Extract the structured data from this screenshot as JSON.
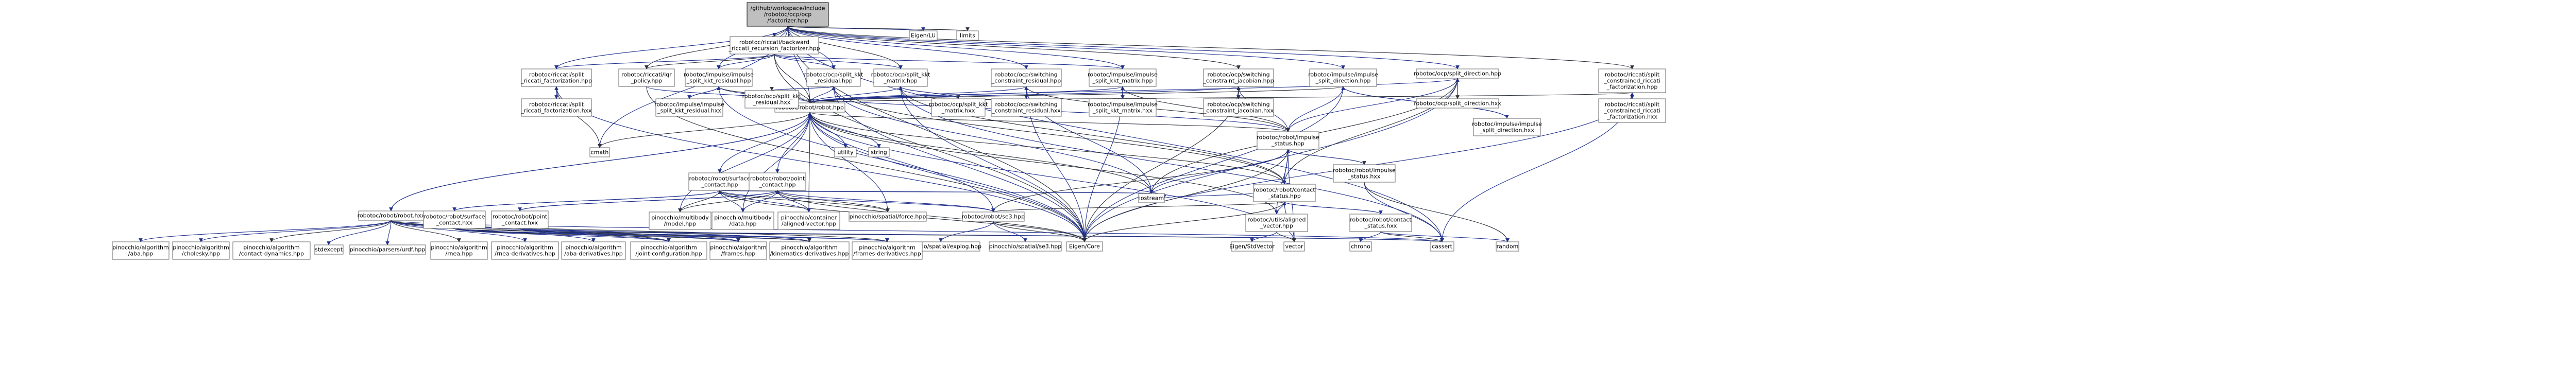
{
  "nodes": [
    {
      "id": "root",
      "lines": [
        "/github/workspace/include",
        "/robotoc/ocp/ocp",
        "/factorizer.hpp"
      ],
      "root": true
    },
    {
      "id": "eigen_lu",
      "lines": [
        "Eigen/LU"
      ]
    },
    {
      "id": "limits",
      "lines": [
        "limits"
      ]
    },
    {
      "id": "backward_riccati",
      "lines": [
        "robotoc/riccati/backward",
        "_riccati_recursion_factorizer.hpp"
      ]
    },
    {
      "id": "split_riccati_factorization_hpp",
      "lines": [
        "robotoc/riccati/split",
        "_riccati_factorization.hpp"
      ]
    },
    {
      "id": "lqr_policy",
      "lines": [
        "robotoc/riccati/lqr",
        "_policy.hpp"
      ]
    },
    {
      "id": "impulse_split_kkt_residual_hpp",
      "lines": [
        "robotoc/impulse/impulse",
        "_split_kkt_residual.hpp"
      ]
    },
    {
      "id": "ocp_split_kkt_residual_hpp",
      "lines": [
        "robotoc/ocp/split_kkt",
        "_residual.hpp"
      ]
    },
    {
      "id": "ocp_split_kkt_matrix_hpp",
      "lines": [
        "robotoc/ocp/split_kkt",
        "_matrix.hpp"
      ]
    },
    {
      "id": "switching_constraint_residual_hpp",
      "lines": [
        "robotoc/ocp/switching",
        "_constraint_residual.hpp"
      ]
    },
    {
      "id": "impulse_split_kkt_matrix_hpp",
      "lines": [
        "robotoc/impulse/impulse",
        "_split_kkt_matrix.hpp"
      ]
    },
    {
      "id": "switching_constraint_jacobian_hpp",
      "lines": [
        "robotoc/ocp/switching",
        "_constraint_jacobian.hpp"
      ]
    },
    {
      "id": "impulse_split_direction_hpp",
      "lines": [
        "robotoc/impulse/impulse",
        "_split_direction.hpp"
      ]
    },
    {
      "id": "ocp_split_direction_hpp",
      "lines": [
        "robotoc/ocp/split_direction.hpp"
      ]
    },
    {
      "id": "split_constrained_riccati_hpp",
      "lines": [
        "robotoc/riccati/split",
        "_constrained_riccati",
        "_factorization.hpp"
      ]
    },
    {
      "id": "split_riccati_factorization_hxx",
      "lines": [
        "robotoc/riccati/split",
        "_riccati_factorization.hxx"
      ]
    },
    {
      "id": "robot_hpp",
      "lines": [
        "robotoc/robot/robot.hpp"
      ]
    },
    {
      "id": "impulse_split_kkt_residual_hxx",
      "lines": [
        "robotoc/impulse/impulse",
        "_split_kkt_residual.hxx"
      ]
    },
    {
      "id": "ocp_split_kkt_residual_hxx",
      "lines": [
        "robotoc/ocp/split_kkt",
        "_residual.hxx"
      ]
    },
    {
      "id": "ocp_split_kkt_matrix_hxx",
      "lines": [
        "robotoc/ocp/split_kkt",
        "_matrix.hxx"
      ]
    },
    {
      "id": "switching_constraint_residual_hxx",
      "lines": [
        "robotoc/ocp/switching",
        "_constraint_residual.hxx"
      ]
    },
    {
      "id": "impulse_split_kkt_matrix_hxx",
      "lines": [
        "robotoc/impulse/impulse",
        "_split_kkt_matrix.hxx"
      ]
    },
    {
      "id": "switching_constraint_jacobian_hxx",
      "lines": [
        "robotoc/ocp/switching",
        "_constraint_jacobian.hxx"
      ]
    },
    {
      "id": "ocp_split_direction_hxx",
      "lines": [
        "robotoc/ocp/split_direction.hxx"
      ]
    },
    {
      "id": "split_constrained_riccati_hxx",
      "lines": [
        "robotoc/riccati/split",
        "_constrained_riccati",
        "_factorization.hxx"
      ]
    },
    {
      "id": "impulse_split_direction_hxx",
      "lines": [
        "robotoc/impulse/impulse",
        "_split_direction.hxx"
      ]
    },
    {
      "id": "cmath",
      "lines": [
        "cmath"
      ]
    },
    {
      "id": "utility",
      "lines": [
        "utility"
      ]
    },
    {
      "id": "string",
      "lines": [
        "string"
      ]
    },
    {
      "id": "impulse_status_hpp",
      "lines": [
        "robotoc/robot/impulse",
        "_status.hpp"
      ]
    },
    {
      "id": "impulse_status_hxx",
      "lines": [
        "robotoc/robot/impulse",
        "_status.hxx"
      ]
    },
    {
      "id": "surface_contact_hpp",
      "lines": [
        "robotoc/robot/surface",
        "_contact.hpp"
      ]
    },
    {
      "id": "point_contact_hpp",
      "lines": [
        "robotoc/robot/point",
        "_contact.hpp"
      ]
    },
    {
      "id": "contact_status_hpp",
      "lines": [
        "robotoc/robot/contact",
        "_status.hpp"
      ]
    },
    {
      "id": "iostream",
      "lines": [
        "iostream"
      ]
    },
    {
      "id": "aligned_vector_hpp",
      "lines": [
        "robotoc/utils/aligned",
        "_vector.hpp"
      ]
    },
    {
      "id": "contact_status_hxx",
      "lines": [
        "robotoc/robot/contact",
        "_status.hxx"
      ]
    },
    {
      "id": "robot_hxx",
      "lines": [
        "robotoc/robot/robot.hxx"
      ]
    },
    {
      "id": "surface_contact_hxx",
      "lines": [
        "robotoc/robot/surface",
        "_contact.hxx"
      ]
    },
    {
      "id": "point_contact_hxx",
      "lines": [
        "robotoc/robot/point",
        "_contact.hxx"
      ]
    },
    {
      "id": "pin_multibody_model",
      "lines": [
        "pinocchio/multibody",
        "/model.hpp"
      ]
    },
    {
      "id": "pin_multibody_data",
      "lines": [
        "pinocchio/multibody",
        "/data.hpp"
      ]
    },
    {
      "id": "pin_container_aligned",
      "lines": [
        "pinocchio/container",
        "/aligned-vector.hpp"
      ]
    },
    {
      "id": "pin_spatial_force",
      "lines": [
        "pinocchio/spatial/force.hpp"
      ]
    },
    {
      "id": "se3_hpp",
      "lines": [
        "robotoc/robot/se3.hpp"
      ]
    },
    {
      "id": "eigen_stdvector",
      "lines": [
        "Eigen/StdVector"
      ]
    },
    {
      "id": "vector",
      "lines": [
        "vector"
      ]
    },
    {
      "id": "chrono",
      "lines": [
        "chrono"
      ]
    },
    {
      "id": "cassert",
      "lines": [
        "cassert"
      ]
    },
    {
      "id": "random",
      "lines": [
        "random"
      ]
    },
    {
      "id": "eigen_core",
      "lines": [
        "Eigen/Core"
      ]
    },
    {
      "id": "pin_spatial_explog",
      "lines": [
        "pinocchio/spatial/explog.hpp"
      ]
    },
    {
      "id": "pin_spatial_se3",
      "lines": [
        "pinocchio/spatial/se3.hpp"
      ]
    },
    {
      "id": "pin_algo_aba",
      "lines": [
        "pinocchio/algorithm",
        "/aba.hpp"
      ]
    },
    {
      "id": "pin_algo_cholesky",
      "lines": [
        "pinocchio/algorithm",
        "/cholesky.hpp"
      ]
    },
    {
      "id": "pin_algo_contact_dynamics",
      "lines": [
        "pinocchio/algorithm",
        "/contact-dynamics.hpp"
      ]
    },
    {
      "id": "stdexcept",
      "lines": [
        "stdexcept"
      ]
    },
    {
      "id": "pin_parsers_urdf",
      "lines": [
        "pinocchio/parsers/urdf.hpp"
      ]
    },
    {
      "id": "pin_algo_rnea",
      "lines": [
        "pinocchio/algorithm",
        "/rnea.hpp"
      ]
    },
    {
      "id": "pin_algo_rnea_derivatives",
      "lines": [
        "pinocchio/algorithm",
        "/rnea-derivatives.hpp"
      ]
    },
    {
      "id": "pin_algo_aba_derivatives",
      "lines": [
        "pinocchio/algorithm",
        "/aba-derivatives.hpp"
      ]
    },
    {
      "id": "pin_algo_joint_configuration",
      "lines": [
        "pinocchio/algorithm",
        "/joint-configuration.hpp"
      ]
    },
    {
      "id": "pin_algo_frames",
      "lines": [
        "pinocchio/algorithm",
        "/frames.hpp"
      ]
    },
    {
      "id": "pin_algo_kinematics_derivatives",
      "lines": [
        "pinocchio/algorithm",
        "/kinematics-derivatives.hpp"
      ]
    },
    {
      "id": "pin_algo_frames_derivatives",
      "lines": [
        "pinocchio/algorithm",
        "/frames-derivatives.hpp"
      ]
    }
  ],
  "edges": [
    [
      "root",
      "eigen_lu"
    ],
    [
      "root",
      "limits"
    ],
    [
      "root",
      "backward_riccati"
    ],
    [
      "root",
      "split_riccati_factorization_hpp"
    ],
    [
      "root",
      "lqr_policy"
    ],
    [
      "root",
      "impulse_split_kkt_residual_hpp"
    ],
    [
      "root",
      "ocp_split_kkt_residual_hpp"
    ],
    [
      "root",
      "ocp_split_kkt_matrix_hpp"
    ],
    [
      "root",
      "switching_constraint_residual_hpp"
    ],
    [
      "root",
      "impulse_split_kkt_matrix_hpp"
    ],
    [
      "root",
      "switching_constraint_jacobian_hpp"
    ],
    [
      "root",
      "impulse_split_direction_hpp"
    ],
    [
      "root",
      "ocp_split_direction_hpp"
    ],
    [
      "root",
      "split_constrained_riccati_hpp"
    ],
    [
      "root",
      "robot_hpp"
    ],
    [
      "root",
      "cmath"
    ],
    [
      "root",
      "eigen_core"
    ],
    [
      "root",
      "cassert"
    ],
    [
      "backward_riccati",
      "split_riccati_factorization_hpp"
    ],
    [
      "backward_riccati",
      "lqr_policy"
    ],
    [
      "backward_riccati",
      "impulse_split_kkt_residual_hpp"
    ],
    [
      "backward_riccati",
      "ocp_split_kkt_residual_hpp"
    ],
    [
      "backward_riccati",
      "robot_hpp"
    ],
    [
      "backward_riccati",
      "ocp_split_kkt_matrix_hpp"
    ],
    [
      "backward_riccati",
      "impulse_split_kkt_matrix_hpp"
    ],
    [
      "backward_riccati",
      "eigen_core"
    ],
    [
      "split_riccati_factorization_hpp",
      "split_riccati_factorization_hxx"
    ],
    [
      "split_riccati_factorization_hxx",
      "split_riccati_factorization_hpp"
    ],
    [
      "split_riccati_factorization_hpp",
      "cmath"
    ],
    [
      "split_riccati_factorization_hpp",
      "eigen_core"
    ],
    [
      "lqr_policy",
      "robot_hpp"
    ],
    [
      "lqr_policy",
      "eigen_core"
    ],
    [
      "impulse_split_kkt_residual_hpp",
      "impulse_split_kkt_residual_hxx"
    ],
    [
      "impulse_split_kkt_residual_hxx",
      "impulse_split_kkt_residual_hpp"
    ],
    [
      "impulse_split_kkt_residual_hpp",
      "robot_hpp"
    ],
    [
      "impulse_split_kkt_residual_hpp",
      "impulse_status_hpp"
    ],
    [
      "impulse_split_kkt_residual_hpp",
      "eigen_core"
    ],
    [
      "ocp_split_kkt_residual_hpp",
      "ocp_split_kkt_residual_hxx"
    ],
    [
      "ocp_split_kkt_residual_hxx",
      "ocp_split_kkt_residual_hpp"
    ],
    [
      "ocp_split_kkt_residual_hpp",
      "robot_hpp"
    ],
    [
      "ocp_split_kkt_residual_hpp",
      "contact_status_hpp"
    ],
    [
      "ocp_split_kkt_residual_hpp",
      "eigen_core"
    ],
    [
      "ocp_split_kkt_residual_hpp",
      "iostream"
    ],
    [
      "ocp_split_kkt_matrix_hpp",
      "ocp_split_kkt_matrix_hxx"
    ],
    [
      "ocp_split_kkt_matrix_hxx",
      "ocp_split_kkt_matrix_hpp"
    ],
    [
      "ocp_split_kkt_matrix_hpp",
      "robot_hpp"
    ],
    [
      "ocp_split_kkt_matrix_hpp",
      "contact_status_hpp"
    ],
    [
      "ocp_split_kkt_matrix_hpp",
      "eigen_core"
    ],
    [
      "ocp_split_kkt_matrix_hpp",
      "cassert"
    ],
    [
      "switching_constraint_residual_hpp",
      "switching_constraint_residual_hxx"
    ],
    [
      "switching_constraint_residual_hxx",
      "switching_constraint_residual_hpp"
    ],
    [
      "switching_constraint_residual_hpp",
      "robot_hpp"
    ],
    [
      "switching_constraint_residual_hpp",
      "impulse_status_hpp"
    ],
    [
      "switching_constraint_residual_hpp",
      "eigen_core"
    ],
    [
      "switching_constraint_residual_hpp",
      "iostream"
    ],
    [
      "impulse_split_kkt_matrix_hpp",
      "impulse_split_kkt_matrix_hxx"
    ],
    [
      "impulse_split_kkt_matrix_hxx",
      "impulse_split_kkt_matrix_hpp"
    ],
    [
      "impulse_split_kkt_matrix_hpp",
      "robot_hpp"
    ],
    [
      "impulse_split_kkt_matrix_hpp",
      "impulse_status_hpp"
    ],
    [
      "impulse_split_kkt_matrix_hpp",
      "eigen_core"
    ],
    [
      "switching_constraint_jacobian_hpp",
      "switching_constraint_jacobian_hxx"
    ],
    [
      "switching_constraint_jacobian_hxx",
      "switching_constraint_jacobian_hpp"
    ],
    [
      "switching_constraint_jacobian_hpp",
      "robot_hpp"
    ],
    [
      "switching_constraint_jacobian_hpp",
      "impulse_status_hpp"
    ],
    [
      "switching_constraint_jacobian_hpp",
      "eigen_core"
    ],
    [
      "impulse_split_direction_hpp",
      "impulse_split_direction_hxx"
    ],
    [
      "impulse_split_direction_hxx",
      "impulse_split_direction_hpp"
    ],
    [
      "impulse_split_direction_hpp",
      "robot_hpp"
    ],
    [
      "impulse_split_direction_hpp",
      "impulse_status_hpp"
    ],
    [
      "impulse_split_direction_hpp",
      "eigen_core"
    ],
    [
      "ocp_split_direction_hpp",
      "ocp_split_direction_hxx"
    ],
    [
      "ocp_split_direction_hxx",
      "ocp_split_direction_hpp"
    ],
    [
      "ocp_split_direction_hpp",
      "robot_hpp"
    ],
    [
      "ocp_split_direction_hpp",
      "contact_status_hpp"
    ],
    [
      "ocp_split_direction_hpp",
      "impulse_status_hpp"
    ],
    [
      "ocp_split_direction_hpp",
      "eigen_core"
    ],
    [
      "ocp_split_direction_hpp",
      "iostream"
    ],
    [
      "split_constrained_riccati_hpp",
      "split_constrained_riccati_hxx"
    ],
    [
      "split_constrained_riccati_hxx",
      "split_constrained_riccati_hpp"
    ],
    [
      "split_constrained_riccati_hpp",
      "robot_hpp"
    ],
    [
      "split_constrained_riccati_hpp",
      "eigen_core"
    ],
    [
      "split_constrained_riccati_hpp",
      "cassert"
    ],
    [
      "robot_hpp",
      "cmath"
    ],
    [
      "robot_hpp",
      "utility"
    ],
    [
      "robot_hpp",
      "string"
    ],
    [
      "robot_hpp",
      "impulse_status_hpp"
    ],
    [
      "robot_hpp",
      "surface_contact_hpp"
    ],
    [
      "robot_hpp",
      "point_contact_hpp"
    ],
    [
      "robot_hpp",
      "contact_status_hpp"
    ],
    [
      "robot_hpp",
      "robot_hxx"
    ],
    [
      "robot_hxx",
      "robot_hpp"
    ],
    [
      "robot_hpp",
      "iostream"
    ],
    [
      "robot_hpp",
      "pin_multibody_model"
    ],
    [
      "robot_hpp",
      "pin_multibody_data"
    ],
    [
      "robot_hpp",
      "pin_container_aligned"
    ],
    [
      "robot_hpp",
      "pin_spatial_force"
    ],
    [
      "robot_hpp",
      "se3_hpp"
    ],
    [
      "robot_hpp",
      "aligned_vector_hpp"
    ],
    [
      "robot_hpp",
      "eigen_core"
    ],
    [
      "robot_hpp",
      "vector"
    ],
    [
      "impulse_status_hpp",
      "impulse_status_hxx"
    ],
    [
      "impulse_status_hxx",
      "impulse_status_hpp"
    ],
    [
      "impulse_status_hpp",
      "contact_status_hpp"
    ],
    [
      "impulse_status_hpp",
      "se3_hpp"
    ],
    [
      "impulse_status_hpp",
      "aligned_vector_hpp"
    ],
    [
      "impulse_status_hpp",
      "iostream"
    ],
    [
      "impulse_status_hpp",
      "eigen_core"
    ],
    [
      "impulse_status_hpp",
      "vector"
    ],
    [
      "impulse_status_hxx",
      "cassert"
    ],
    [
      "impulse_status_hxx",
      "random"
    ],
    [
      "contact_status_hpp",
      "contact_status_hxx"
    ],
    [
      "contact_status_hxx",
      "contact_status_hpp"
    ],
    [
      "contact_status_hpp",
      "se3_hpp"
    ],
    [
      "contact_status_hpp",
      "aligned_vector_hpp"
    ],
    [
      "contact_status_hpp",
      "iostream"
    ],
    [
      "contact_status_hpp",
      "eigen_core"
    ],
    [
      "contact_status_hpp",
      "vector"
    ],
    [
      "contact_status_hxx",
      "chrono"
    ],
    [
      "contact_status_hxx",
      "cassert"
    ],
    [
      "contact_status_hxx",
      "random"
    ],
    [
      "aligned_vector_hpp",
      "eigen_stdvector"
    ],
    [
      "aligned_vector_hpp",
      "vector"
    ],
    [
      "surface_contact_hpp",
      "surface_contact_hxx"
    ],
    [
      "surface_contact_hxx",
      "surface_contact_hpp"
    ],
    [
      "surface_contact_hpp",
      "pin_multibody_model"
    ],
    [
      "surface_contact_hpp",
      "pin_multibody_data"
    ],
    [
      "surface_contact_hpp",
      "pin_container_aligned"
    ],
    [
      "surface_contact_hpp",
      "pin_spatial_force"
    ],
    [
      "surface_contact_hpp",
      "se3_hpp"
    ],
    [
      "surface_contact_hpp",
      "iostream"
    ],
    [
      "surface_contact_hpp",
      "eigen_core"
    ],
    [
      "point_contact_hpp",
      "point_contact_hxx"
    ],
    [
      "point_contact_hxx",
      "point_contact_hpp"
    ],
    [
      "point_contact_hpp",
      "pin_multibody_model"
    ],
    [
      "point_contact_hpp",
      "pin_multibody_data"
    ],
    [
      "point_contact_hpp",
      "pin_container_aligned"
    ],
    [
      "point_contact_hpp",
      "pin_spatial_force"
    ],
    [
      "point_contact_hpp",
      "se3_hpp"
    ],
    [
      "point_contact_hpp",
      "iostream"
    ],
    [
      "point_contact_hpp",
      "eigen_core"
    ],
    [
      "se3_hpp",
      "pin_spatial_explog"
    ],
    [
      "se3_hpp",
      "pin_spatial_se3"
    ],
    [
      "se3_hpp",
      "eigen_core"
    ],
    [
      "robot_hxx",
      "pin_algo_aba"
    ],
    [
      "robot_hxx",
      "pin_algo_cholesky"
    ],
    [
      "robot_hxx",
      "pin_algo_contact_dynamics"
    ],
    [
      "robot_hxx",
      "stdexcept"
    ],
    [
      "robot_hxx",
      "pin_parsers_urdf"
    ],
    [
      "robot_hxx",
      "pin_algo_rnea"
    ],
    [
      "robot_hxx",
      "pin_algo_rnea_derivatives"
    ],
    [
      "robot_hxx",
      "pin_algo_aba_derivatives"
    ],
    [
      "robot_hxx",
      "pin_algo_joint_configuration"
    ],
    [
      "robot_hxx",
      "pin_algo_frames"
    ],
    [
      "robot_hxx",
      "pin_algo_kinematics_derivatives"
    ],
    [
      "robot_hxx",
      "pin_algo_frames_derivatives"
    ],
    [
      "robot_hxx",
      "cassert"
    ],
    [
      "surface_contact_hxx",
      "pin_algo_joint_configuration"
    ],
    [
      "surface_contact_hxx",
      "pin_algo_frames"
    ],
    [
      "surface_contact_hxx",
      "pin_algo_kinematics_derivatives"
    ],
    [
      "surface_contact_hxx",
      "pin_algo_frames_derivatives"
    ],
    [
      "surface_contact_hxx",
      "cassert"
    ],
    [
      "point_contact_hxx",
      "pin_algo_joint_configuration"
    ],
    [
      "point_contact_hxx",
      "pin_algo_frames"
    ],
    [
      "point_contact_hxx",
      "pin_algo_kinematics_derivatives"
    ],
    [
      "point_contact_hxx",
      "pin_algo_frames_derivatives"
    ],
    [
      "point_contact_hxx",
      "cassert"
    ]
  ]
}
